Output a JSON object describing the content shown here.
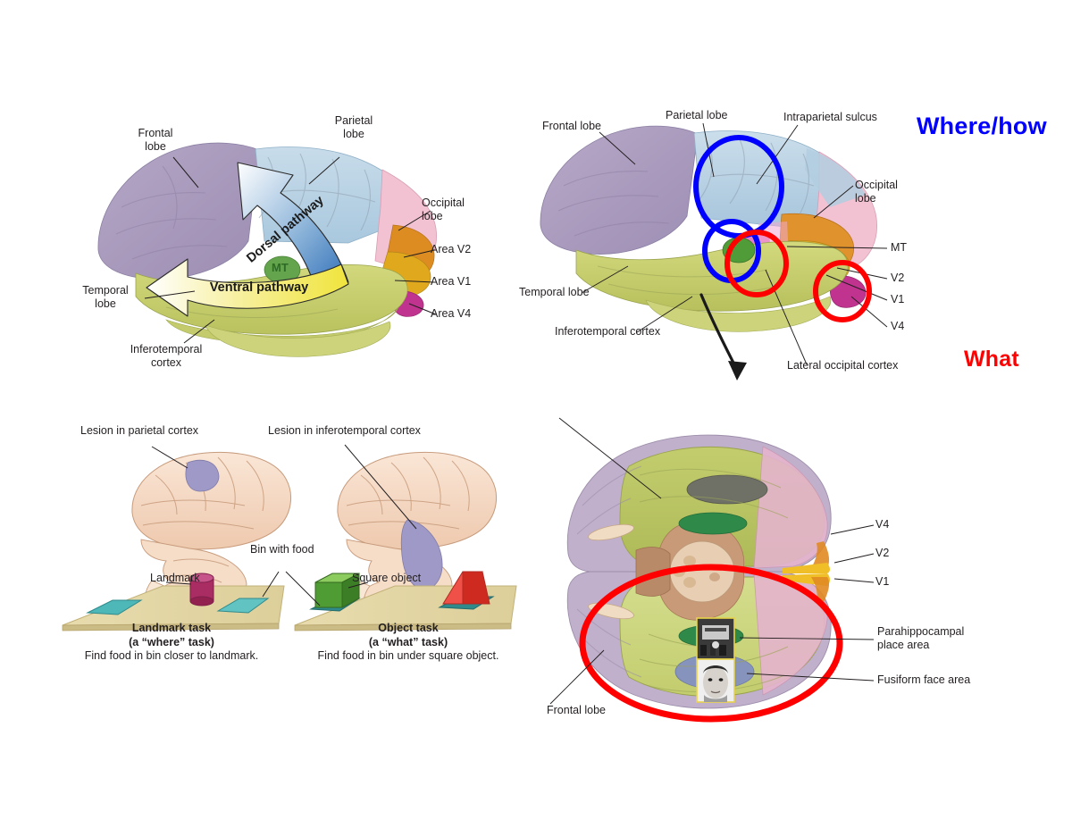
{
  "figure": {
    "background": "#ffffff",
    "annotation_colors": {
      "where_how": "#0000ff",
      "what": "#ff0000"
    }
  },
  "annotations": {
    "where_how": "Where/how",
    "what": "What"
  },
  "panel_top_left": {
    "name": "lateral-view-pathways",
    "labels": {
      "frontal_lobe": "Frontal\nlobe",
      "parietal_lobe": "Parietal\nlobe",
      "occipital_lobe": "Occipital\nlobe",
      "temporal_lobe": "Temporal\nlobe",
      "inferotemporal_cortex": "Inferotemporal\ncortex",
      "area_v2": "Area V2",
      "area_v1": "Area V1",
      "area_v4": "Area V4",
      "mt": "MT",
      "dorsal_pathway": "Dorsal pathway",
      "ventral_pathway": "Ventral pathway"
    },
    "region_colors": {
      "frontal": "#a99bbd",
      "parietal": "#b9d4e6",
      "temporal": "#c8cf6e",
      "occipital_pink": "#f3c2d4",
      "v1": "#e3a618",
      "v2": "#e08a22",
      "v4": "#c0338e",
      "mt": "#5da24b",
      "dorsal_arrow": "#3f7cc4",
      "ventral_arrow": "#f2e74c"
    }
  },
  "panel_bottom_left": {
    "name": "lesion-behavior-tasks",
    "labels": {
      "lesion_parietal": "Lesion in parietal cortex",
      "lesion_inferotemporal": "Lesion in inferotemporal cortex",
      "landmark": "Landmark",
      "bin_with_food": "Bin with food",
      "square_object": "Square object"
    },
    "captions": {
      "left": {
        "title": "Landmark task",
        "subtitle": "(a “where” task)",
        "detail": "Find food in bin closer to landmark."
      },
      "right": {
        "title": "Object task",
        "subtitle": "(a “what” task)",
        "detail": "Find food in bin under square object."
      }
    },
    "colors": {
      "brain": "#f4d9c6",
      "lesion": "#9a95c4",
      "platform": "#e4d6a4",
      "bin": "#4fb6b8",
      "landmark_cylinder": "#ad2a63",
      "green_box": "#5fa83f",
      "red_prism": "#e03a2f"
    }
  },
  "panel_top_right": {
    "name": "lateral-view-annotated",
    "labels": {
      "frontal_lobe": "Frontal lobe",
      "parietal_lobe": "Parietal lobe",
      "intraparietal_sulcus": "Intraparietal sulcus",
      "occipital_lobe": "Occipital lobe",
      "temporal_lobe": "Temporal lobe",
      "inferotemporal_cortex": "Inferotemporal cortex",
      "lateral_occipital_cortex": "Lateral occipital cortex",
      "mt": "MT",
      "v2": "V2",
      "v1": "V1",
      "v4": "V4"
    },
    "markup_circles": [
      {
        "name": "blue-circle-intraparietal-sulcus",
        "color": "#0000ff"
      },
      {
        "name": "blue-circle-mt",
        "color": "#0000ff"
      },
      {
        "name": "red-circle-lateral-occipital",
        "color": "#ff0000"
      },
      {
        "name": "red-circle-v4",
        "color": "#ff0000"
      }
    ]
  },
  "panel_bottom_right": {
    "name": "ventral-view-annotated",
    "labels": {
      "frontal_lobe": "Frontal lobe",
      "v4": "V4",
      "v2": "V2",
      "v1": "V1",
      "parahippocampal_place_area": "Parahippocampal\nplace area",
      "fusiform_face_area": "Fusiform face area"
    },
    "insets": {
      "place_photo": "place-photo-inset",
      "face_photo": "face-photo-inset"
    },
    "markup_circles": [
      {
        "name": "red-ellipse-ventral-temporal",
        "color": "#ff0000"
      }
    ]
  }
}
